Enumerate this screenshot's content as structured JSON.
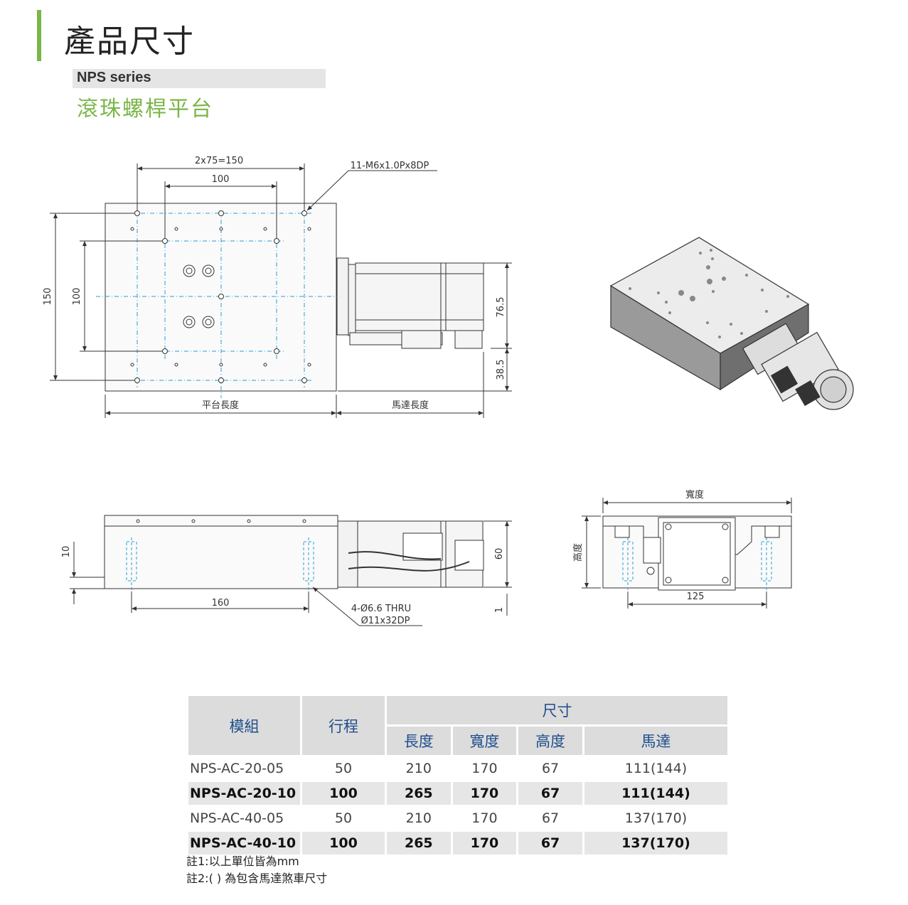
{
  "header": {
    "title": "產品尺寸",
    "series": "NPS series",
    "subtitle": "滾珠螺桿平台"
  },
  "drawing_labels": {
    "top_view": {
      "dim_pitch": "2x75=150",
      "dim_100_horizontal": "100",
      "thread_callout": "11-M6x1.0Px8DP",
      "dim_150": "150",
      "dim_100_vertical": "100",
      "dim_76_5": "76.5",
      "dim_38_5": "38.5",
      "platform_length": "平台長度",
      "motor_length": "馬達長度"
    },
    "side_view": {
      "dim_10": "10",
      "dim_160": "160",
      "dim_60": "60",
      "dim_1": "1",
      "hole_callout_line1": "4-Ø6.6 THRU",
      "hole_callout_line2": "Ø11x32DP"
    },
    "end_view": {
      "width": "寬度",
      "height": "高度",
      "dim_125": "125"
    }
  },
  "table": {
    "headers": {
      "model": "模組",
      "stroke": "行程",
      "dimensions": "尺寸",
      "length": "長度",
      "width": "寬度",
      "height": "高度",
      "motor": "馬達"
    },
    "rows": [
      {
        "model": "NPS-AC-20-05",
        "stroke": "50",
        "length": "210",
        "width": "170",
        "height": "67",
        "motor": "111(144)"
      },
      {
        "model": "NPS-AC-20-10",
        "stroke": "100",
        "length": "265",
        "width": "170",
        "height": "67",
        "motor": "111(144)"
      },
      {
        "model": "NPS-AC-40-05",
        "stroke": "50",
        "length": "210",
        "width": "170",
        "height": "67",
        "motor": "137(170)"
      },
      {
        "model": "NPS-AC-40-10",
        "stroke": "100",
        "length": "265",
        "width": "170",
        "height": "67",
        "motor": "137(170)"
      }
    ]
  },
  "notes": {
    "note1": "註1:以上單位皆為mm",
    "note2": "註2:( ) 為包含馬達煞車尺寸"
  },
  "colors": {
    "accent": "#7ab648",
    "table_header_text": "#1f4e8c",
    "center_line": "#2a9fd6"
  }
}
